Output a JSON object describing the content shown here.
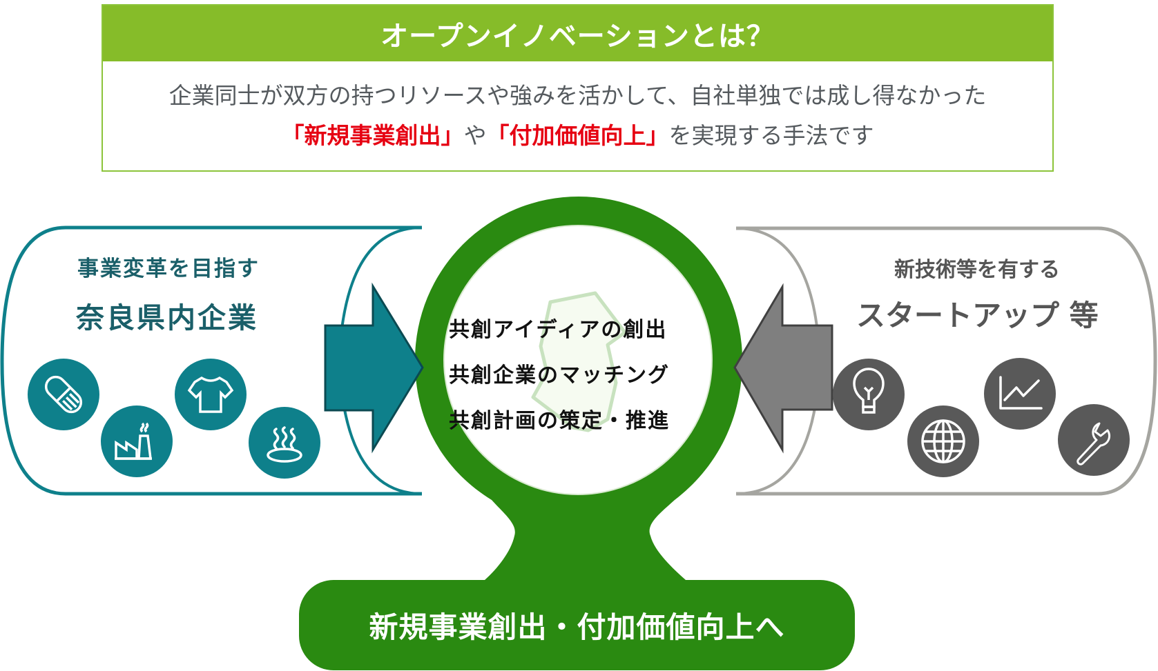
{
  "definition": {
    "title": "オープンイノベーションとは？",
    "line1": "企業同士が双方の持つリソースや強みを活かして、自社単独では成し得なかった",
    "line2_parts": {
      "highlight1": "「新規事業創出」",
      "connector": "や",
      "highlight2": "「付加価値向上」",
      "tail": "を実現する手法です"
    }
  },
  "left_panel": {
    "subtitle": "事業変革を目指す",
    "title": "奈良県内企業",
    "icons": [
      "pill-icon",
      "factory-icon",
      "tshirt-icon",
      "hot-spring-icon"
    ]
  },
  "right_panel": {
    "subtitle": "新技術等を有する",
    "title": "スタートアップ 等",
    "icons": [
      "lightbulb-icon",
      "globe-icon",
      "line-chart-icon",
      "wrench-icon"
    ]
  },
  "center": {
    "items": [
      "共創アイディアの創出",
      "共創企業のマッチング",
      "共創計画の策定・推進"
    ],
    "background_icon": "nara-prefecture-map-icon"
  },
  "result": {
    "label": "新規事業創出・付加価値向上へ"
  },
  "colors": {
    "header_green": "#86bc29",
    "ring_green": "#2a8a11",
    "teal": "#0e808b",
    "teal_text": "#1a5f69",
    "gray_icon": "#595959",
    "gray_border": "#a5a5a0",
    "highlight_red": "#e60012"
  }
}
